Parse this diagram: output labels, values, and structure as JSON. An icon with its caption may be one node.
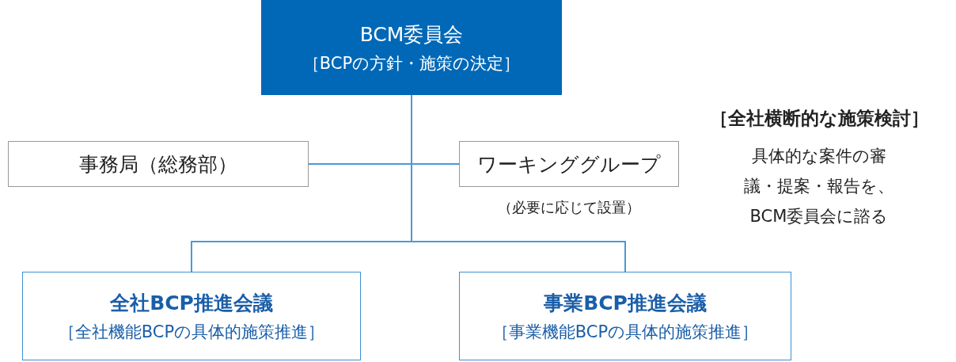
{
  "diagram": {
    "nodes": [
      {
        "text": [
          "BCM委員会",
          "［BCPの方針・施策の決定］"
        ]
      },
      {
        "text": [
          "事務局（総務部）"
        ]
      },
      {
        "text": [
          "ワーキンググループ"
        ],
        "beside": [
          "（必要に応じて設置）"
        ]
      },
      {
        "text": [
          "全社BCP推進会議",
          "［全社機能BCPの具体的施策推進］"
        ]
      },
      {
        "text": [
          "事業BCP推進会議",
          "［事業機能BCPの具体的施策推進］"
        ]
      }
    ],
    "edges": [
      {
        "from": 0,
        "to": 1,
        "arrow": "none"
      },
      {
        "from": 0,
        "to": 2,
        "arrow": "none"
      },
      {
        "from": 0,
        "to": 3,
        "arrow": "none"
      },
      {
        "from": 0,
        "to": 4,
        "arrow": "none"
      }
    ],
    "labels": [
      "［全社横断的な施策検討］",
      "具体的な案件の審議・提案・報告を、BCM委員会に諮る"
    ]
  }
}
